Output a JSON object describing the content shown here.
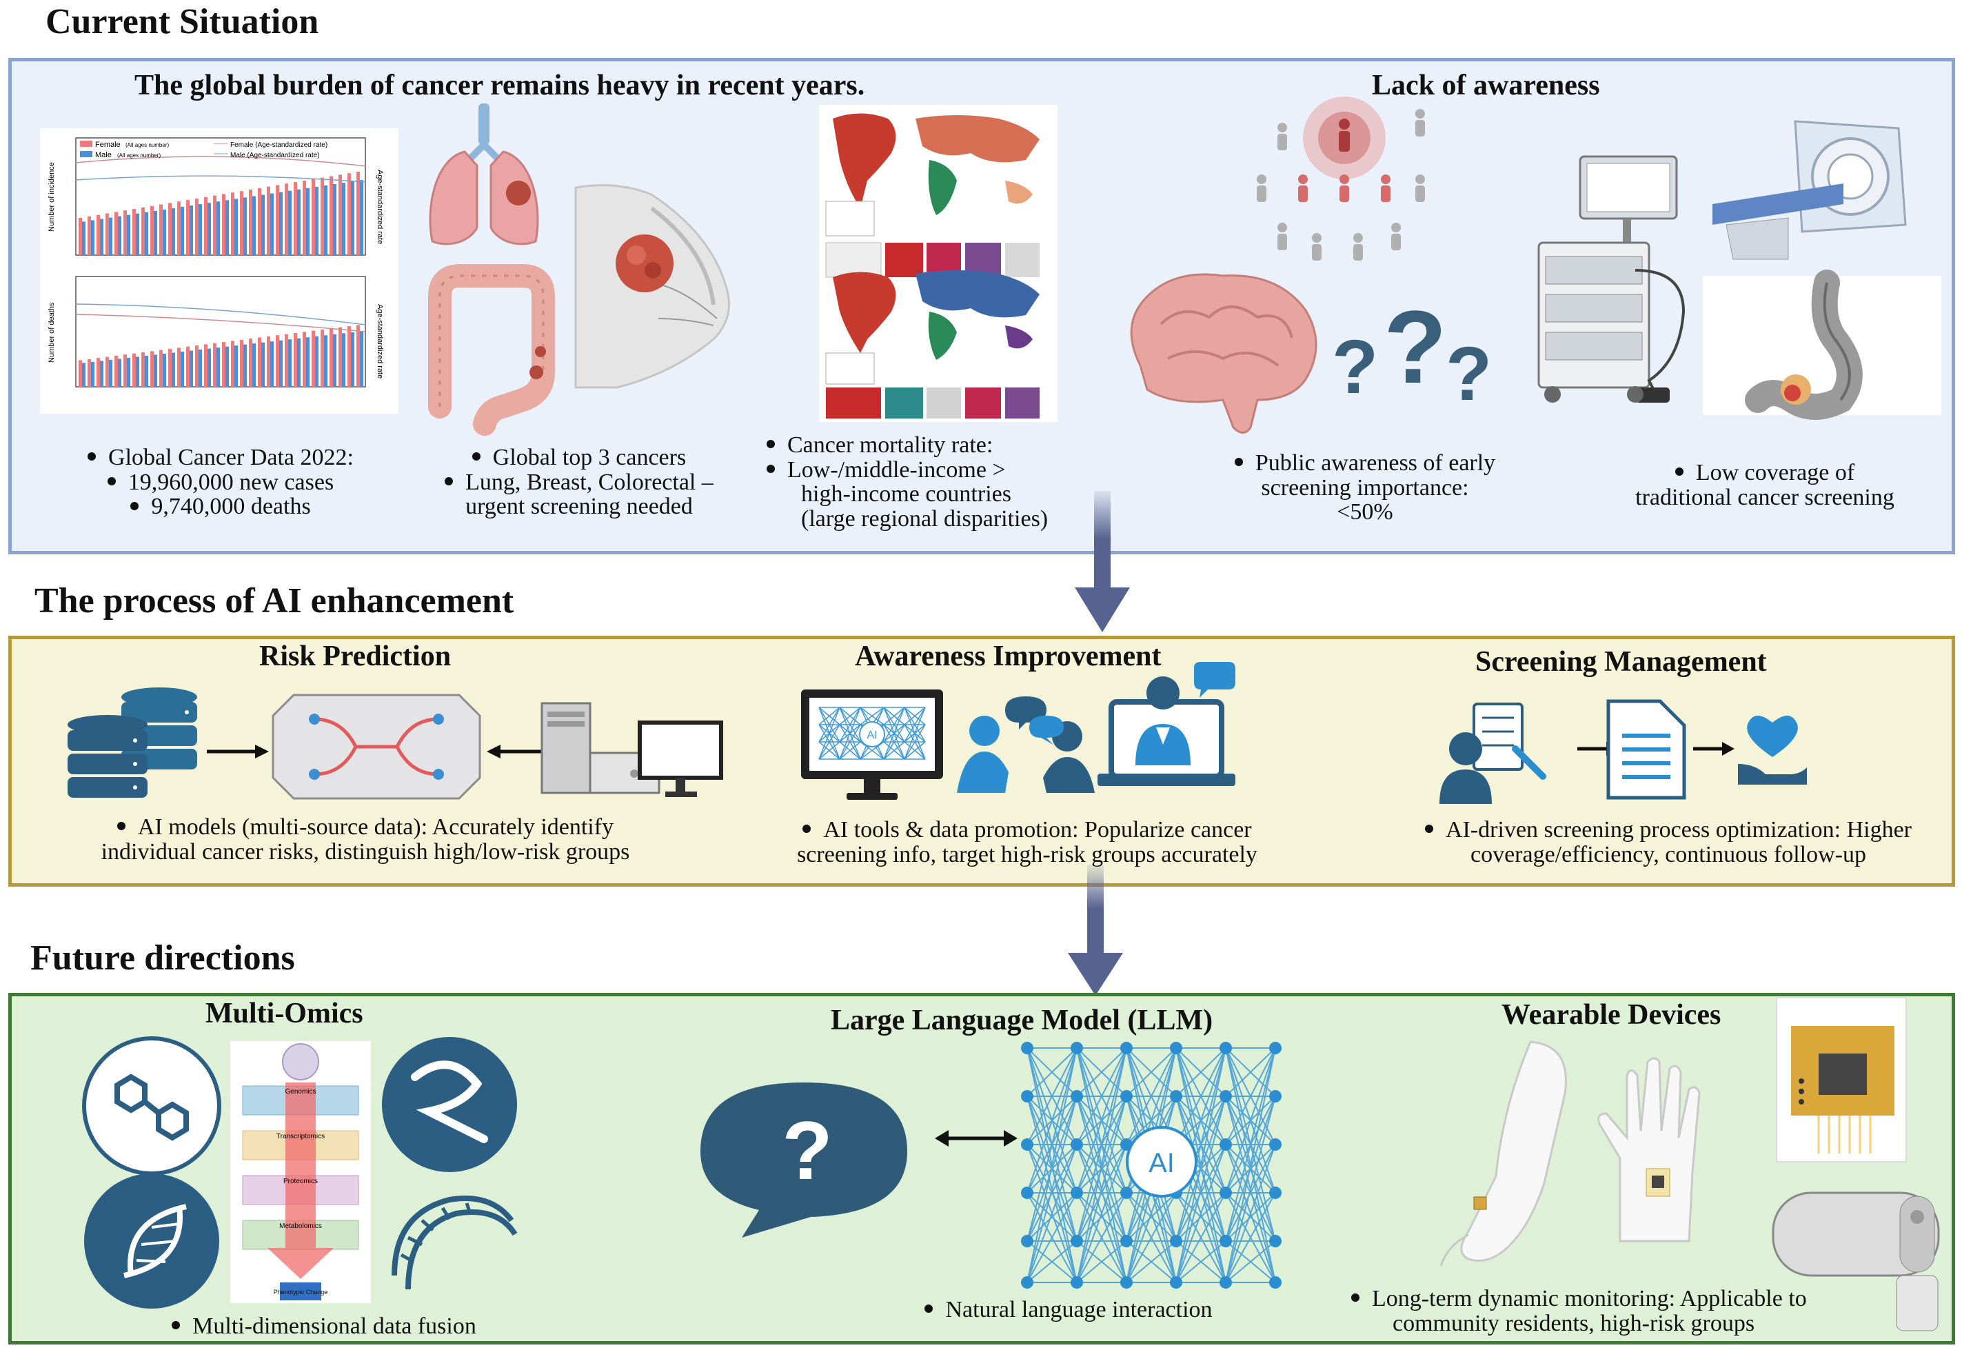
{
  "sections": {
    "current": {
      "title": "Current Situation",
      "burden_title": "The global burden of cancer remains heavy in recent years.",
      "awareness_title": "Lack of awareness",
      "chart_legend": [
        "Female",
        "Male"
      ],
      "chart_legend_sub": [
        "(All ages number)",
        "(All ages number)"
      ],
      "chart_legend_rate": [
        "Female (Age-standardized rate)",
        "Male (Age-standardized rate)"
      ],
      "chart_ylabel_top": "Number of incidence",
      "chart_ylabel_bottom": "Number of deaths",
      "chart_rlabel": "Age-standardized rate",
      "bullets": {
        "data": [
          "Global Cancer Data 2022:",
          "19,960,000 new cases",
          "9,740,000 deaths"
        ],
        "top3": [
          "Global top 3 cancers",
          "Lung, Breast, Colorectal –",
          "urgent screening needed"
        ],
        "mortality": [
          "Cancer mortality rate:",
          "Low-/middle-income >",
          "high-income countries",
          "(large regional disparities)"
        ],
        "awareness": [
          "Public awareness of early",
          "screening importance:",
          "<50%"
        ],
        "coverage": [
          "Low coverage of",
          "traditional cancer screening"
        ]
      }
    },
    "ai": {
      "title": "The process of AI enhancement",
      "risk_title": "Risk Prediction",
      "awareness_title": "Awareness Improvement",
      "screening_title": "Screening Management",
      "ai_label": "AI",
      "bullets": {
        "risk": [
          "AI models (multi-source data): Accurately identify",
          "individual cancer risks, distinguish high/low-risk groups"
        ],
        "awareness": [
          "AI tools & data promotion: Popularize cancer",
          "screening info, target high-risk groups accurately"
        ],
        "screening": [
          "AI-driven screening process optimization: Higher",
          "coverage/efficiency, continuous follow-up"
        ]
      }
    },
    "future": {
      "title": "Future directions",
      "omics_title": "Multi-Omics",
      "llm_title": "Large Language Model (LLM)",
      "wearable_title": "Wearable Devices",
      "omics_layers": [
        "Genomics",
        "Transcriptomics",
        "Proteomics",
        "Metabolomics"
      ],
      "omics_output": "Phenotypic Change",
      "ai_label": "AI",
      "question_mark": "?",
      "bullets": {
        "omics": [
          "Multi-dimensional data fusion"
        ],
        "llm": [
          "Natural language interaction"
        ],
        "wearable": [
          "Long-term dynamic monitoring: Applicable to",
          "community residents, high-risk groups"
        ]
      }
    }
  },
  "colors": {
    "current_border": "#8aa4cf",
    "current_bg": "#ebf1fa",
    "ai_border": "#b49a3c",
    "ai_bg": "#f6f4d8",
    "future_border": "#3f7a35",
    "future_bg": "#def0d6",
    "arrow": "#56628f",
    "icon_dark": "#2f5a78",
    "icon_blue": "#2b8ed1",
    "female_bar": "#f1787b",
    "male_bar": "#4a8fd8"
  }
}
